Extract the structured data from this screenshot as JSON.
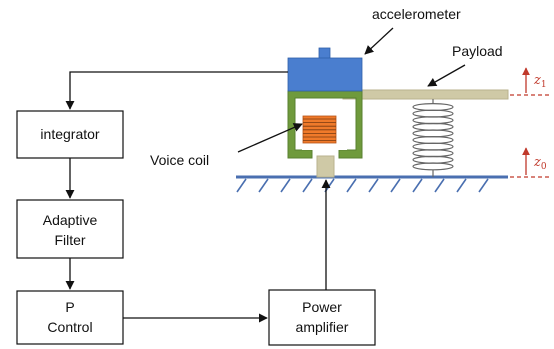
{
  "labels": {
    "accelerometer": "accelerometer",
    "payload": "Payload",
    "voice_coil": "Voice coil"
  },
  "blocks": {
    "integrator": "integrator",
    "adaptive_line1": "Adaptive",
    "adaptive_line2": "Filter",
    "p_line1": "P",
    "p_line2": "Control",
    "power_line1": "Power",
    "power_line2": "amplifier"
  },
  "markers": {
    "z1_base": "z",
    "z1_sub": "1",
    "z0_base": "z",
    "z0_sub": "0"
  },
  "colors": {
    "accelerometer": "#4a7ecf",
    "housing": "#6f9a3c",
    "coil": "#f07a2a",
    "plate": "#cfc9a6",
    "ground": "#4a6fb0",
    "marker": "#c0392b",
    "line": "#111111"
  }
}
